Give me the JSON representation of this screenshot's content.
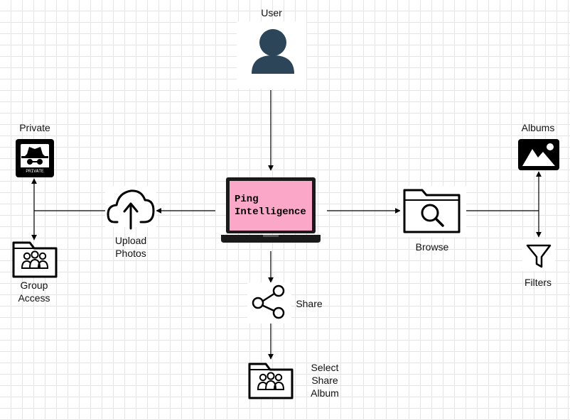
{
  "labels": {
    "user": "User",
    "private": "Private",
    "upload": [
      "Upload",
      "Photos"
    ],
    "group_access": [
      "Group",
      "Access"
    ],
    "laptop_screen": [
      "Ping",
      "Intelligence"
    ],
    "browse": "Browse",
    "albums": "Albums",
    "filters": "Filters",
    "share": "Share",
    "select_share_album": [
      "Select",
      "Share",
      "Album"
    ],
    "private_badge": "PRIVATE"
  },
  "icons": {
    "user": "user-icon",
    "private": "incognito-private-icon",
    "upload": "cloud-upload-icon",
    "group_access": "group-folder-icon",
    "laptop": "laptop-icon",
    "browse": "folder-search-icon",
    "albums": "image-album-icon",
    "filters": "filter-icon",
    "share": "share-icon",
    "select_share_album": "group-folder-icon"
  },
  "colors": {
    "screen_fill": "#fba8c8",
    "user_icon": "#2d4559",
    "line": "#000000"
  }
}
